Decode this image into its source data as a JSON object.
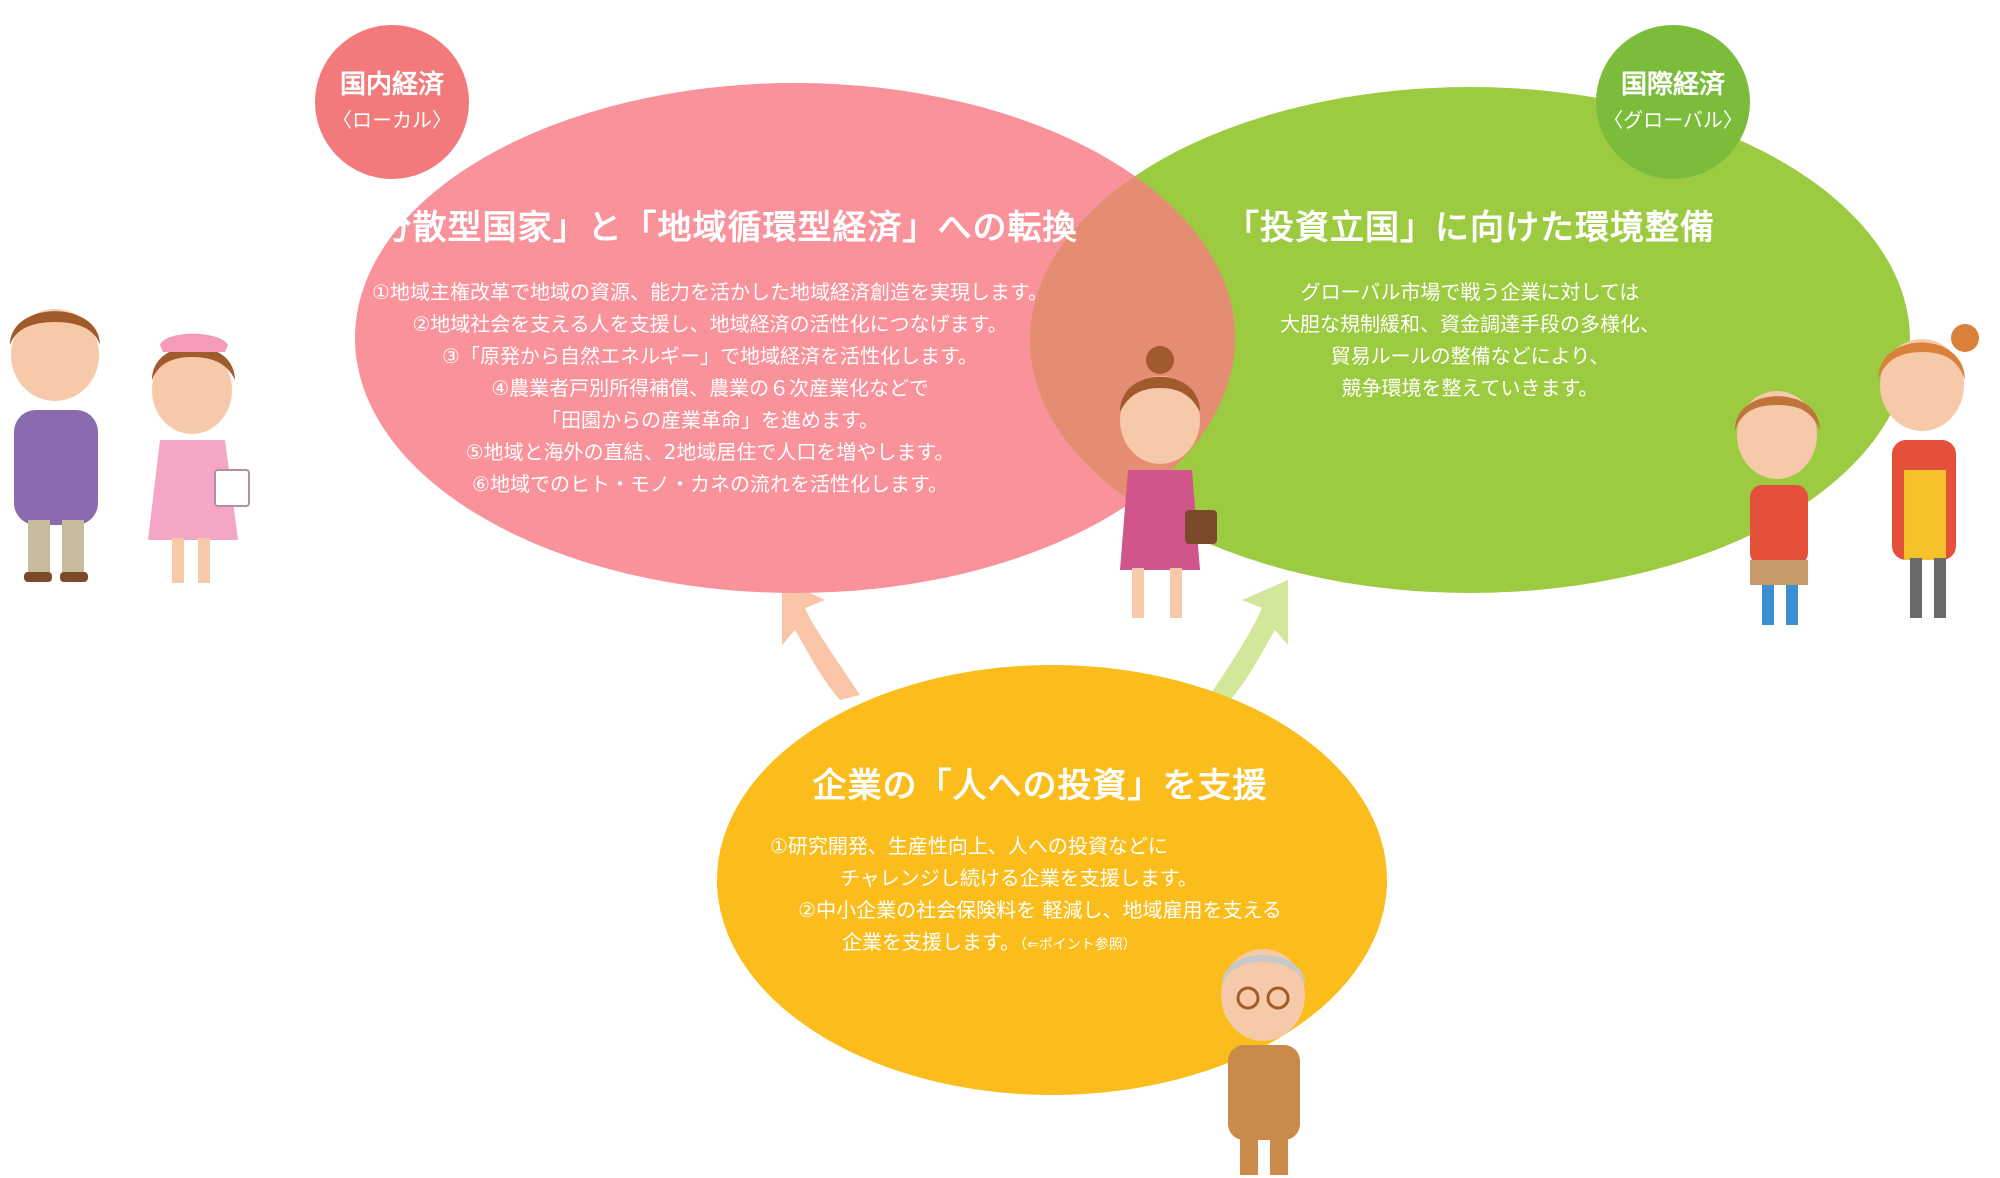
{
  "colors": {
    "domestic_fill": "#f9929a",
    "domestic_badge": "#f27a7a",
    "international_fill": "#9ccb41",
    "international_badge": "#7bbd3a",
    "overlap_fill": "#e58d72",
    "support_fill": "#fbbd1b",
    "arrow_left": "#f9c5a6",
    "arrow_right": "#d3e79a"
  },
  "domestic": {
    "badge_title": "国内経済",
    "badge_sub": "〈ローカル〉",
    "heading": "「分散型国家」と「地域循環型経済」への転換",
    "lines": [
      "①地域主権改革で地域の資源、能力を活かした地域経済創造を実現します。",
      "②地域社会を支える人を支援し、地域経済の活性化につなげます。",
      "③「原発から自然エネルギー」で地域経済を活性化します。",
      "④農業者戸別所得補償、農業の６次産業化などで",
      "「田園からの産業革命」を進めます。",
      "⑤地域と海外の直結、2地域居住で人口を増やします。",
      "⑥地域でのヒト・モノ・カネの流れを活性化します。"
    ]
  },
  "international": {
    "badge_title": "国際経済",
    "badge_sub": "〈グローバル〉",
    "heading": "「投資立国」に向けた環境整備",
    "lines": [
      "グローバル市場で戦う企業に対しては",
      "大胆な規制緩和、資金調達手段の多様化、",
      "貿易ルールの整備などにより、",
      "競争環境を整えていきます。"
    ]
  },
  "support": {
    "heading": "企業の「人への投資」を支援",
    "line1": "①研究開発、生産性向上、人への投資などに",
    "line2": "チャレンジし続ける企業を支援します。",
    "line3": "②中小企業の社会保険料を 軽減し、地域雇用を支える",
    "line4": "企業を支援します。",
    "note": "（⇐ポイント参照）"
  }
}
